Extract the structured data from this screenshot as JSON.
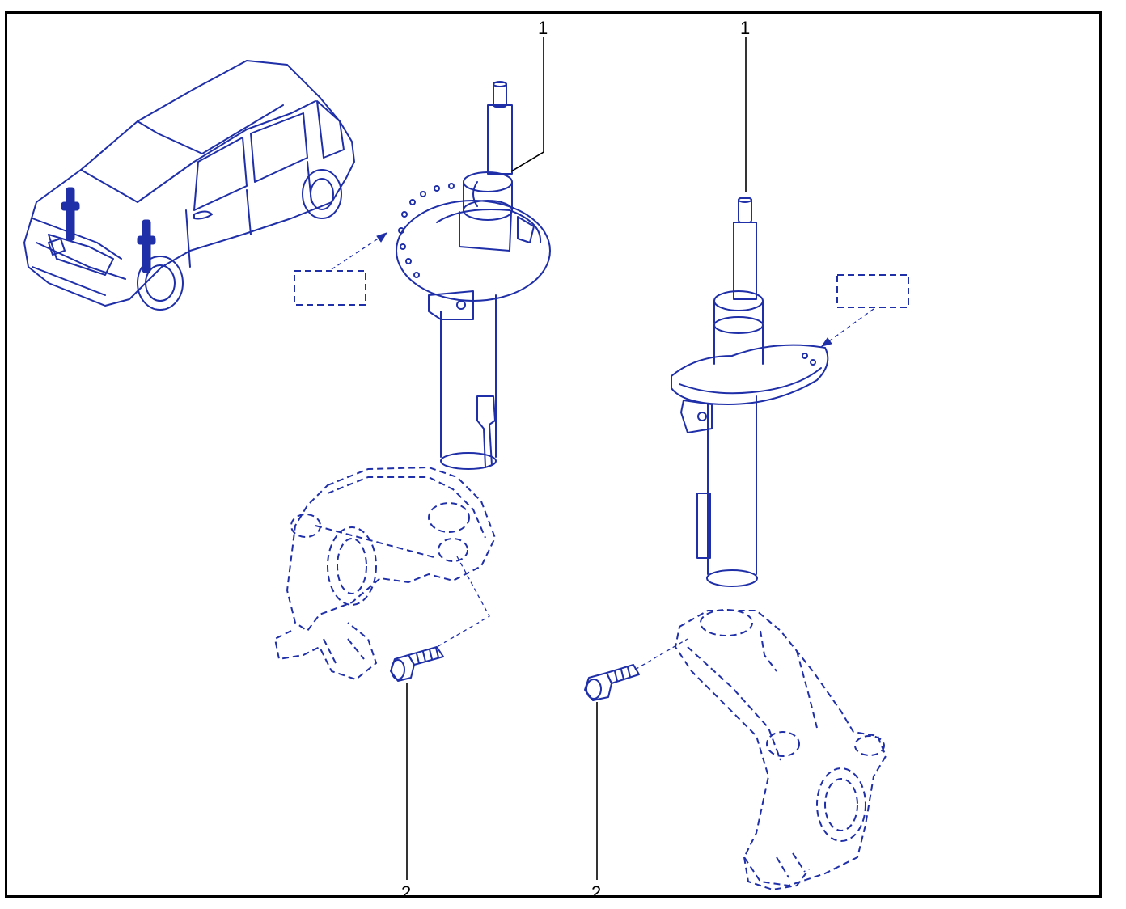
{
  "callouts": {
    "c1a": "1",
    "c1b": "1",
    "c2a": "2",
    "c2b": "2"
  },
  "colors": {
    "line": "#1f2fa8",
    "leader": "#000000",
    "frame": "#000000"
  }
}
